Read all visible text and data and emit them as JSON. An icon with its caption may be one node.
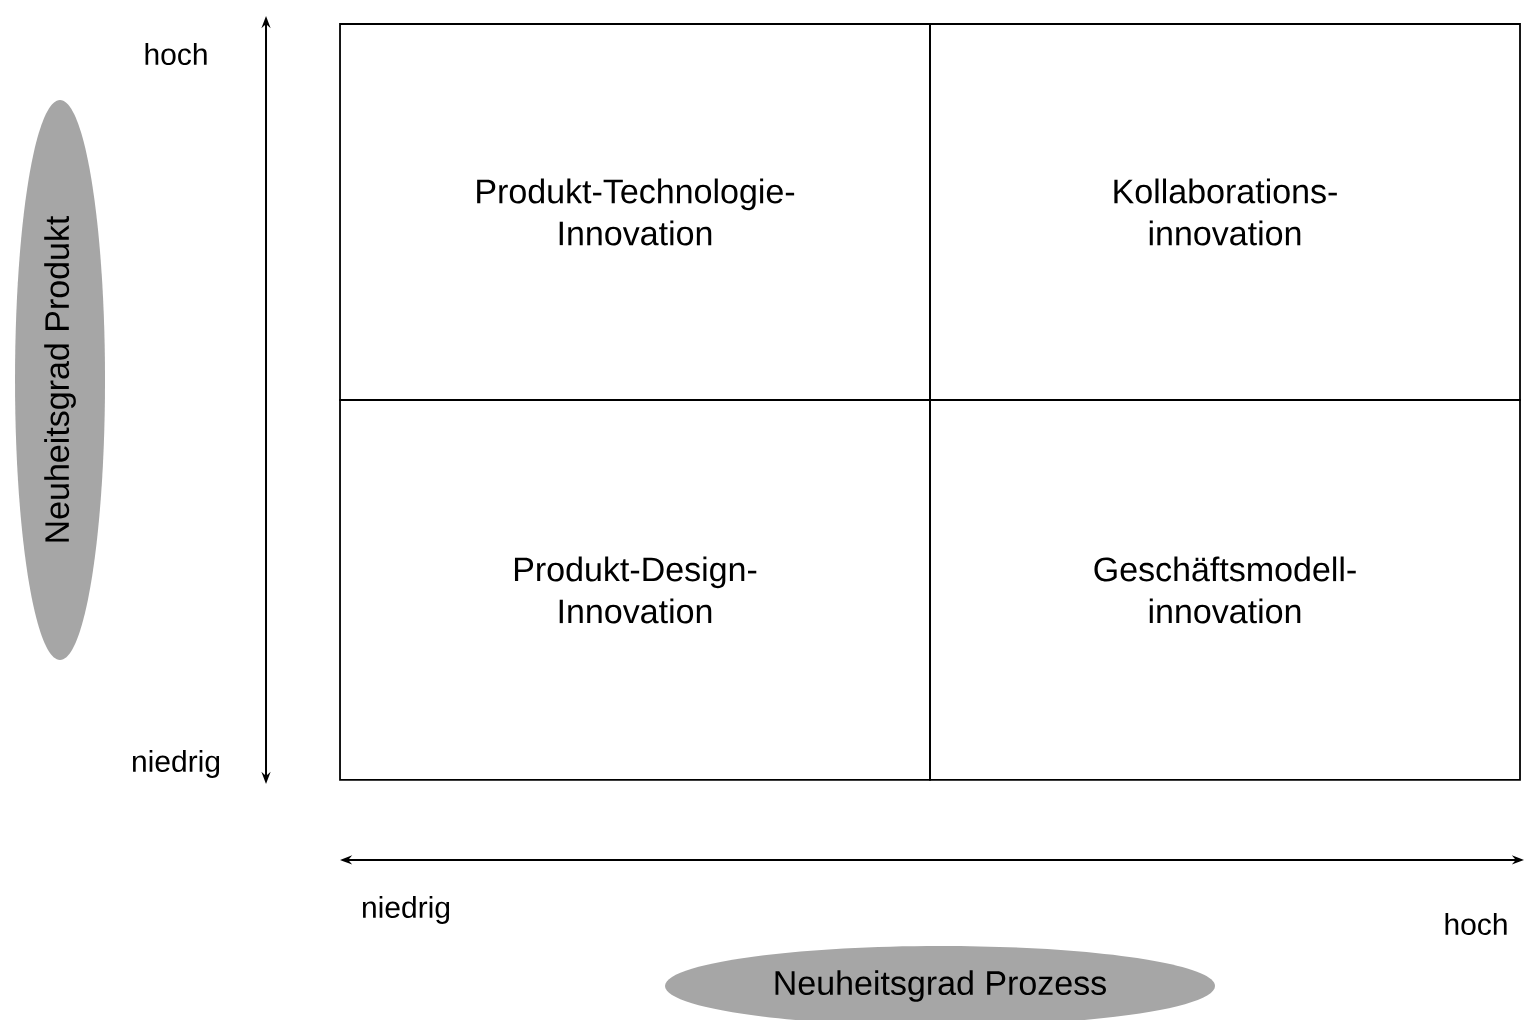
{
  "diagram": {
    "nodes": [
      {
        "text": [
          "Produkt-Technologie- Innovation"
        ]
      },
      {
        "text": [
          "Kollaborations- innovation"
        ]
      },
      {
        "text": [
          "Produkt-Design- Innovation"
        ]
      },
      {
        "text": [
          "Geschäftsmodell- innovation"
        ]
      },
      {
        "text": [
          "Neuheitsgrad Produkt"
        ]
      },
      {
        "text": [
          "Neuheitsgrad Prozess"
        ]
      }
    ],
    "labels": [
      "hoch",
      "niedrig",
      "niedrig",
      "hoch"
    ]
  }
}
